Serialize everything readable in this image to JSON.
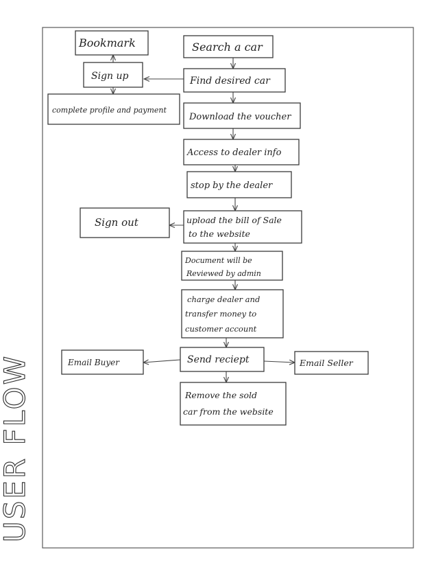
{
  "side_title": "USER FLOW",
  "nodes": {
    "bookmark": "Bookmark",
    "search_car": "Search a car",
    "sign_up": "Sign up",
    "find_car": "Find desired car",
    "complete_profile": "complete profile and payment",
    "download_voucher": "Download the voucher",
    "dealer_info": "Access to dealer info",
    "stop_by_dealer": "stop by the dealer",
    "sign_out": "Sign out",
    "upload_bill": [
      "upload the bill of Sale",
      "to the website"
    ],
    "document_reviewed": [
      "Document will be",
      "Reviewed by admin"
    ],
    "charge_dealer": [
      "charge dealer and",
      "transfer money to",
      "customer account"
    ],
    "email_buyer": "Email Buyer",
    "send_receipt": "Send reciept",
    "email_seller": "Email Seller",
    "remove_car": [
      "Remove the sold",
      "car from the website"
    ]
  }
}
